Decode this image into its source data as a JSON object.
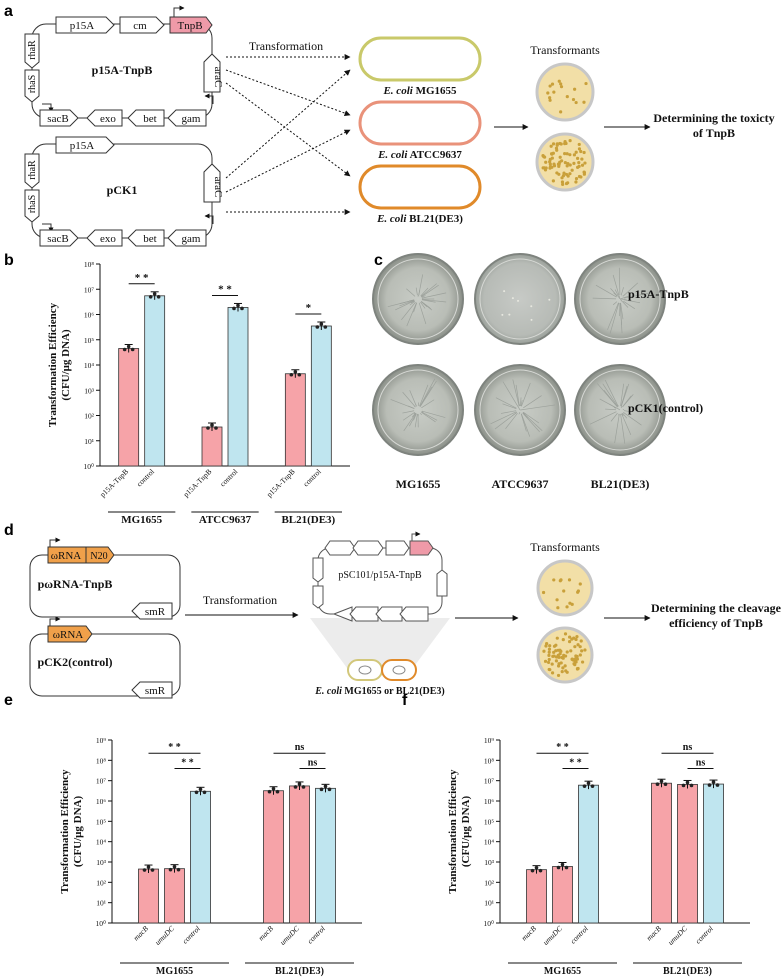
{
  "panels": {
    "a": "a",
    "b": "b",
    "c": "c",
    "d": "d",
    "e": "e",
    "f": "f"
  },
  "panel_a": {
    "plasmid1": {
      "name": "p15A-TnpB",
      "origin": "p15A",
      "marker": "cm",
      "gene": "TnpB",
      "araC": "araC",
      "rhaR": "rhaR",
      "rhaS": "rhaS",
      "sacB": "sacB",
      "exo": "exo",
      "bet": "bet",
      "gam": "gam"
    },
    "plasmid2": {
      "name": "pCK1",
      "origin": "p15A",
      "araC": "araC",
      "rhaR": "rhaR",
      "rhaS": "rhaS",
      "sacB": "sacB",
      "exo": "exo",
      "bet": "bet",
      "gam": "gam"
    },
    "transformation": "Transformation",
    "transformants": "Transformants",
    "strains": [
      {
        "prefix": "E. coli",
        "name": "MG1655",
        "color": "#c9c96a"
      },
      {
        "prefix": "E. coli",
        "name": "ATCC9637",
        "color": "#e9927a"
      },
      {
        "prefix": "E. coli",
        "name": "BL21(DE3)",
        "color": "#e08a2a"
      }
    ],
    "result": "Determining the toxicty of TnpB"
  },
  "panel_d": {
    "plasmid1": {
      "name": "pωRNA-TnpB",
      "guide": "ωRNA",
      "n20": "N20",
      "marker": "smR"
    },
    "plasmid2": {
      "name": "pCK2(control)",
      "guide": "ωRNA",
      "marker": "smR"
    },
    "transformation": "Transformation",
    "target": "pSC101/p15A-TnpB",
    "host_prefix": "E. coli",
    "host": "MG1655 or BL21(DE3)",
    "transformants": "Transformants",
    "result": "Determining the cleavage efficiency of TnpB"
  },
  "panel_c": {
    "rows": [
      "p15A-TnpB",
      "pCK1(control)"
    ],
    "cols": [
      "MG1655",
      "ATCC9637",
      "BL21(DE3)"
    ]
  },
  "colors": {
    "pink": "#f6a3a8",
    "blue": "#bfe5ef",
    "tnpb": "#ef9aa8",
    "omega": "#f0a04a"
  },
  "chart_data": [
    {
      "panel": "b",
      "type": "bar",
      "ylabel": "Transformation Efficiency (CFU/μg DNA)",
      "yscale": "log",
      "ylim_exp": [
        0,
        8
      ],
      "yticks": [
        "10⁰",
        "10¹",
        "10²",
        "10³",
        "10⁴",
        "10⁵",
        "10⁶",
        "10⁷",
        "10⁸"
      ],
      "groups": [
        "MG1655",
        "ATCC9637",
        "BL21(DE3)"
      ],
      "categories": [
        "p15A-TnpB",
        "control"
      ],
      "values": [
        [
          45000,
          5500000
        ],
        [
          35,
          1900000
        ],
        [
          4500,
          350000
        ]
      ],
      "significance": [
        "* *",
        "* *",
        "*"
      ]
    },
    {
      "panel": "e",
      "type": "bar",
      "ylabel": "Transformation Efficiency (CFU/μg DNA)",
      "yscale": "log",
      "ylim_exp": [
        0,
        9
      ],
      "yticks": [
        "10⁰",
        "10¹",
        "10²",
        "10³",
        "10⁴",
        "10⁵",
        "10⁶",
        "10⁷",
        "10⁸",
        "10⁹"
      ],
      "groups": [
        "MG1655",
        "BL21(DE3)"
      ],
      "categories": [
        "macB",
        "umuDC",
        "control"
      ],
      "values": [
        [
          450,
          470,
          3000000
        ],
        [
          3200000,
          5500000,
          4200000
        ]
      ],
      "significance": [
        "* *",
        "* *",
        "ns",
        "ns"
      ]
    },
    {
      "panel": "f",
      "type": "bar",
      "ylabel": "Transformation Efficiency (CFU/μg DNA)",
      "yscale": "log",
      "ylim_exp": [
        0,
        9
      ],
      "yticks": [
        "10⁰",
        "10¹",
        "10²",
        "10³",
        "10⁴",
        "10⁵",
        "10⁶",
        "10⁷",
        "10⁸",
        "10⁹"
      ],
      "groups": [
        "MG1655",
        "BL21(DE3)"
      ],
      "categories": [
        "macB",
        "umuDC",
        "control"
      ],
      "values": [
        [
          420,
          600,
          6000000
        ],
        [
          7500000,
          6500000,
          6800000
        ]
      ],
      "significance": [
        "* *",
        "* *",
        "ns",
        "ns"
      ]
    }
  ]
}
